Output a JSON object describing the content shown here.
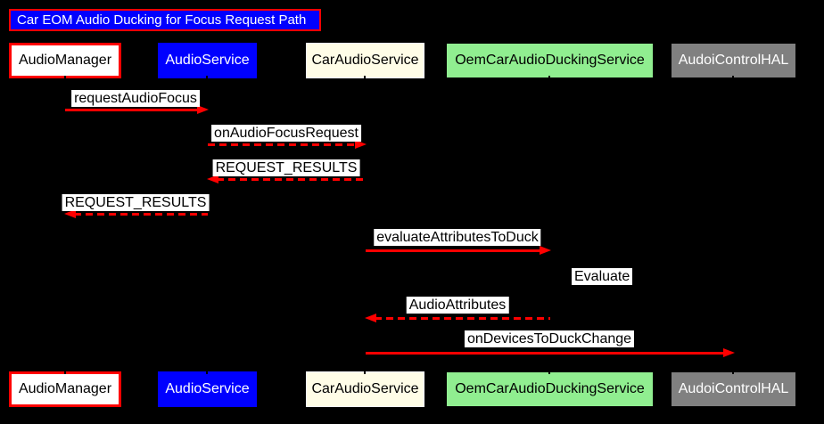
{
  "diagram": {
    "title": "Car EOM Audio Ducking for Focus Request Path",
    "participants": [
      {
        "name": "AudioManager",
        "fill": "#ffffff",
        "text_color": "#000000",
        "border_color": "#ff0000"
      },
      {
        "name": "AudioService",
        "fill": "#0000ff",
        "text_color": "#ffffff",
        "border_color": "#0000ff"
      },
      {
        "name": "CarAudioService",
        "fill": "#fffde7",
        "text_color": "#000000",
        "border_color": "#ffffff"
      },
      {
        "name": "OemCarAudioDuckingService",
        "fill": "#90ee90",
        "text_color": "#000000",
        "border_color": "#000000"
      },
      {
        "name": "AudoiControlHAL",
        "fill": "#808080",
        "text_color": "#ffffff",
        "border_color": "#000000"
      }
    ],
    "messages": [
      {
        "label": "requestAudioFocus",
        "from": "AudioManager",
        "to": "AudioService",
        "line": "solid",
        "direction": "right"
      },
      {
        "label": "onAudioFocusRequest",
        "from": "AudioService",
        "to": "CarAudioService",
        "line": "dashed",
        "direction": "right"
      },
      {
        "label": "REQUEST_RESULTS",
        "from": "CarAudioService",
        "to": "AudioService",
        "line": "dashed",
        "direction": "left"
      },
      {
        "label": "REQUEST_RESULTS",
        "from": "AudioService",
        "to": "AudioManager",
        "line": "dashed",
        "direction": "left"
      },
      {
        "label": "evaluateAttributesToDuck",
        "from": "CarAudioService",
        "to": "OemCarAudioDuckingService",
        "line": "solid",
        "direction": "right"
      },
      {
        "label": "Evaluate",
        "from": "OemCarAudioDuckingService",
        "to": "OemCarAudioDuckingService",
        "line": "self",
        "direction": "self"
      },
      {
        "label": "AudioAttributes",
        "from": "OemCarAudioDuckingService",
        "to": "CarAudioService",
        "line": "dashed",
        "direction": "left"
      },
      {
        "label": "onDevicesToDuckChange",
        "from": "CarAudioService",
        "to": "AudoiControlHAL",
        "line": "solid",
        "direction": "right"
      }
    ],
    "colors": {
      "background": "#000000",
      "arrow": "#ff0000",
      "message_label_bg": "#ffffff",
      "message_label_text": "#000000",
      "title_bg": "#0000ff",
      "title_border": "#ff0000",
      "title_text": "#ffffff"
    }
  }
}
